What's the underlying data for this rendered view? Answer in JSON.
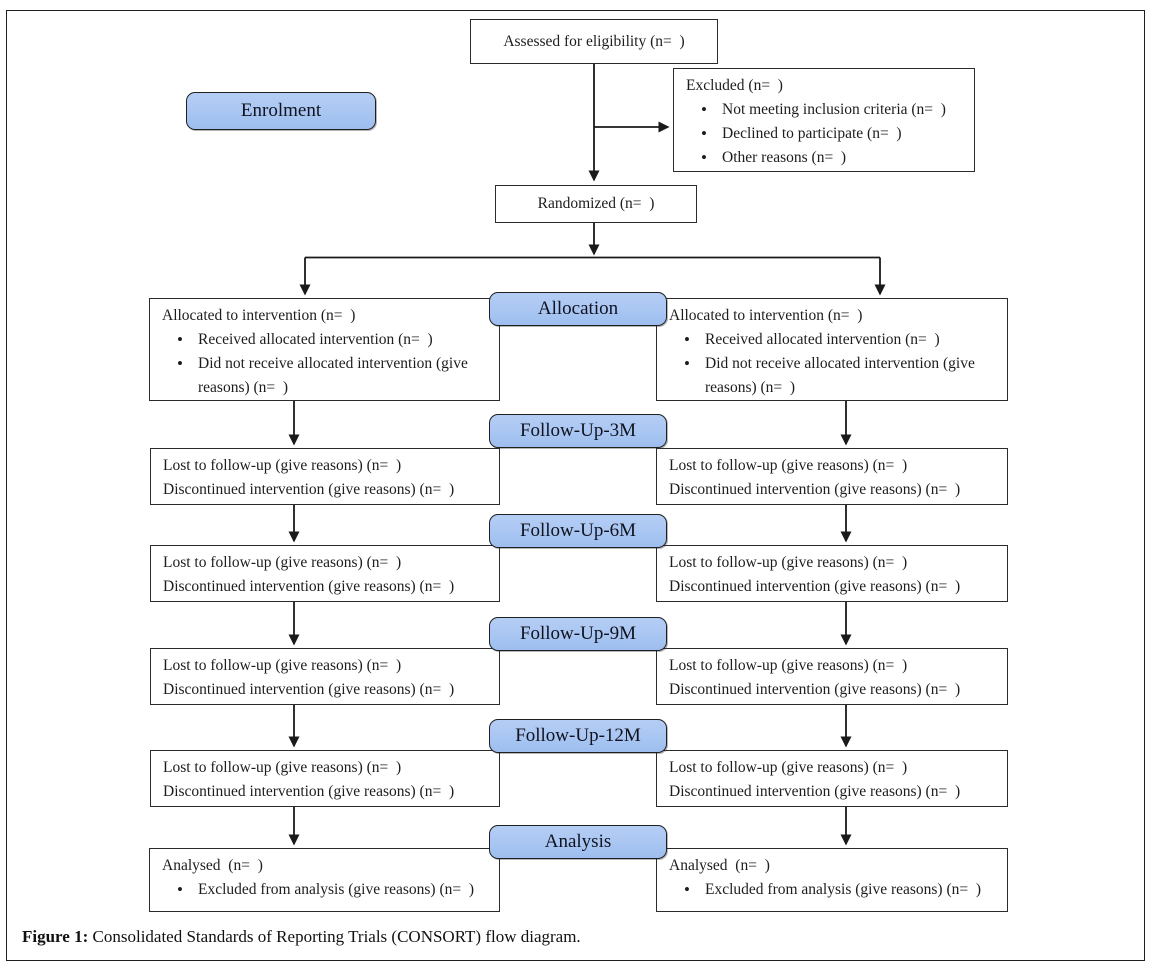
{
  "colors": {
    "stage_fill": "#a9c6f2",
    "box_border": "#2b2b2b",
    "line": "#1a1a1a"
  },
  "stages": {
    "enrolment": "Enrolment",
    "allocation": "Allocation",
    "analysis": "Analysis"
  },
  "boxes": {
    "assessed": {
      "text": "Assessed for eligibility (n=  )"
    },
    "excluded": {
      "title": "Excluded (n=  )",
      "items": [
        "Not meeting inclusion criteria (n=  )",
        "Declined to participate (n=  )",
        "Other reasons (n=  )"
      ]
    },
    "randomized": {
      "text": "Randomized (n=  )"
    },
    "allocated_left": {
      "title": "Allocated to intervention (n=  )",
      "items": [
        "Received allocated intervention (n=  )",
        "Did not receive allocated intervention (give reasons) (n=  )"
      ]
    },
    "allocated_right": {
      "title": "Allocated to intervention (n=  )",
      "items": [
        "Received allocated intervention (n=  )",
        "Did not receive allocated intervention (give reasons) (n=  )"
      ]
    },
    "analysis_left": {
      "title": "Analysed  (n=  )",
      "items": [
        "Excluded from analysis (give reasons) (n=  )"
      ]
    },
    "analysis_right": {
      "title": "Analysed  (n=  )",
      "items": [
        "Excluded from analysis (give reasons) (n=  )"
      ]
    }
  },
  "followup_rows": [
    {
      "label": "Follow-Up-3M",
      "left": {
        "line1": "Lost to follow-up (give reasons) (n=  )",
        "line2": "Discontinued intervention (give reasons) (n=  )"
      },
      "right": {
        "line1": "Lost to follow-up (give reasons) (n=  )",
        "line2": "Discontinued intervention (give reasons) (n=  )"
      }
    },
    {
      "label": "Follow-Up-6M",
      "left": {
        "line1": "Lost to follow-up (give reasons) (n=  )",
        "line2": "Discontinued intervention (give reasons) (n=  )"
      },
      "right": {
        "line1": "Lost to follow-up (give reasons) (n=  )",
        "line2": "Discontinued intervention (give reasons) (n=  )"
      }
    },
    {
      "label": "Follow-Up-9M",
      "left": {
        "line1": "Lost to follow-up (give reasons) (n=  )",
        "line2": "Discontinued intervention (give reasons) (n=  )"
      },
      "right": {
        "line1": "Lost to follow-up (give reasons) (n=  )",
        "line2": "Discontinued intervention (give reasons) (n=  )"
      }
    },
    {
      "label": "Follow-Up-12M",
      "left": {
        "line1": "Lost to follow-up (give reasons) (n=  )",
        "line2": "Discontinued intervention (give reasons) (n=  )"
      },
      "right": {
        "line1": "Lost to follow-up (give reasons) (n=  )",
        "line2": "Discontinued intervention (give reasons) (n=  )"
      }
    }
  ],
  "caption": {
    "label": "Figure 1:",
    "text": " Consolidated Standards of Reporting Trials (CONSORT) flow diagram."
  }
}
